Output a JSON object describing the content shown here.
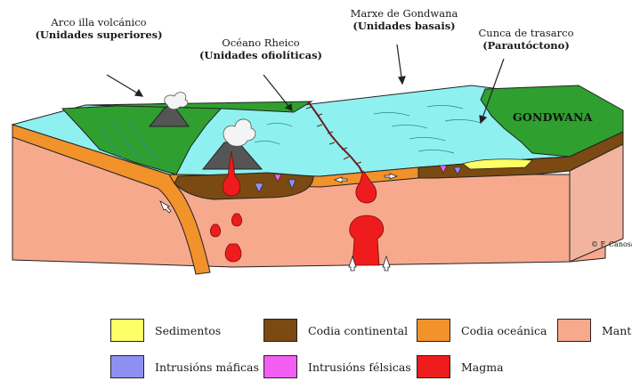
{
  "labels": {
    "arc": {
      "line1": "Arco illa volcánico",
      "line2": "(Unidades superiores)"
    },
    "ocean": {
      "line1": "Océano Rheico",
      "line2": "(Unidades ofiolíticas)"
    },
    "margin": {
      "line1": "Marxe de Gondwana",
      "line2": "(Unidades basais)"
    },
    "basin": {
      "line1": "Cunca de trasarco",
      "line2": "(Parautóctono)"
    },
    "continent": "GONDWANA",
    "credit": "© F. Canosa"
  },
  "legend": [
    {
      "label": "Sedimentos",
      "color": "#ffff66"
    },
    {
      "label": "Codia continental",
      "color": "#7a4a12"
    },
    {
      "label": "Codia oceánica",
      "color": "#f2922a"
    },
    {
      "label": "Manto",
      "color": "#f7a98e"
    },
    {
      "label": "Intrusións máficas",
      "color": "#8f8ff2"
    },
    {
      "label": "Intrusións félsicas",
      "color": "#f25ef2"
    },
    {
      "label": "Magma",
      "color": "#ee1c1c"
    }
  ]
}
